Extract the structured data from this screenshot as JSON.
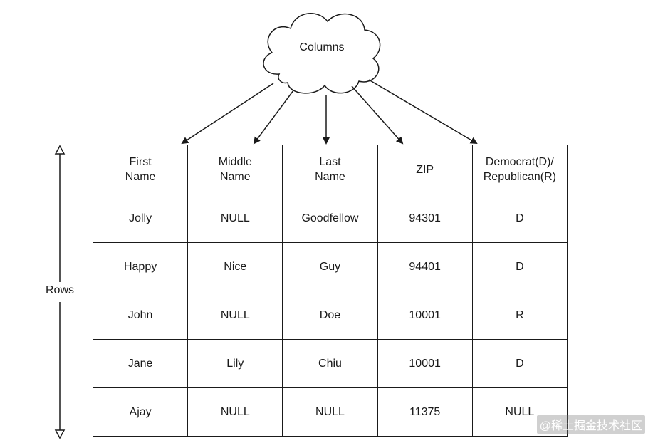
{
  "cloud_label": "Columns",
  "rows_label": "Rows",
  "table": {
    "headers": [
      [
        "First",
        "Name"
      ],
      [
        "Middle",
        "Name"
      ],
      [
        "Last",
        "Name"
      ],
      [
        "ZIP"
      ],
      [
        "Democrat(D)/",
        "Republican(R)"
      ]
    ],
    "rows": [
      [
        "Jolly",
        "NULL",
        "Goodfellow",
        "94301",
        "D"
      ],
      [
        "Happy",
        "Nice",
        "Guy",
        "94401",
        "D"
      ],
      [
        "John",
        "NULL",
        "Doe",
        "10001",
        "R"
      ],
      [
        "Jane",
        "Lily",
        "Chiu",
        "10001",
        "D"
      ],
      [
        "Ajay",
        "NULL",
        "NULL",
        "11375",
        "NULL"
      ]
    ]
  },
  "watermark": "@稀土掘金技术社区"
}
